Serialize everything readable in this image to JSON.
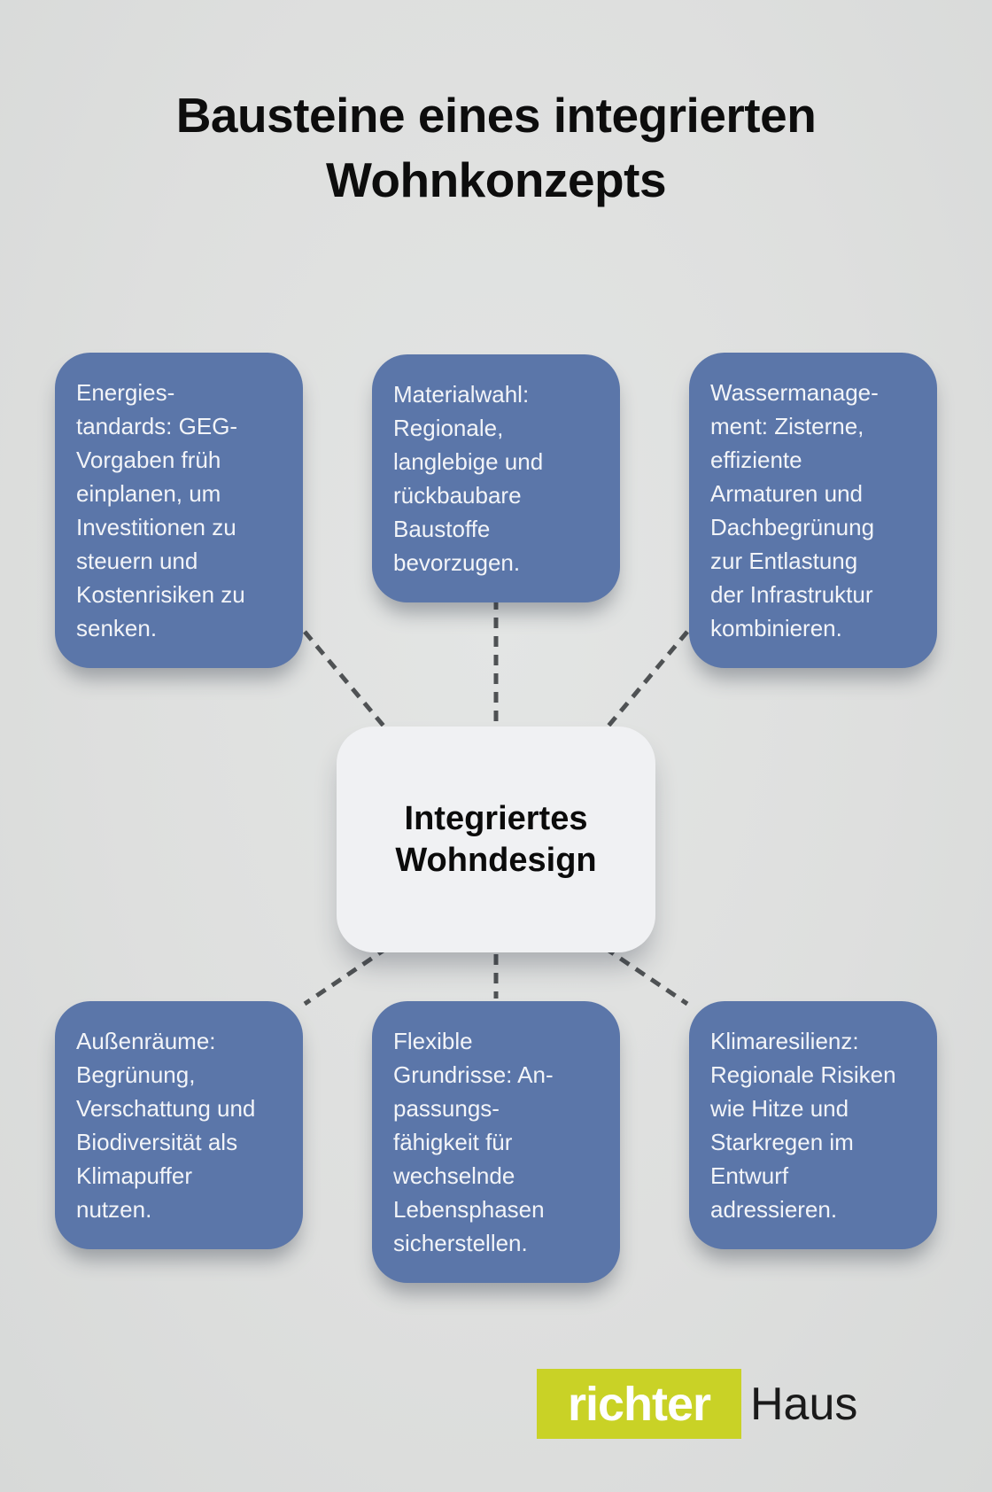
{
  "title": {
    "lines": [
      "Bausteine eines integrierten",
      "Wohnkonzepts"
    ]
  },
  "center_node": {
    "lines": [
      "Integriertes",
      "Wohndesign"
    ]
  },
  "nodes": [
    {
      "id": "energiestandards",
      "lines": [
        "Energies-",
        "tandards: GEG-",
        "Vorgaben früh",
        "einplanen, um",
        "Investitionen zu",
        "steuern und",
        "Kostenrisiken zu",
        "senken."
      ]
    },
    {
      "id": "materialwahl",
      "lines": [
        "Materialwahl:",
        "Regionale,",
        "langlebige und",
        "rückbaubare",
        "Baustoffe",
        "bevorzugen."
      ]
    },
    {
      "id": "wassermanagement",
      "lines": [
        "Wassermanage-",
        "ment: Zisterne,",
        "effiziente",
        "Armaturen und",
        "Dachbegrünung",
        "zur Entlastung",
        "der Infrastruktur",
        "kombinieren."
      ]
    },
    {
      "id": "aussenraeume",
      "lines": [
        "Außenräume:",
        "Begrünung,",
        "Verschattung und",
        "Biodiversität als",
        "Klimapuffer",
        "nutzen."
      ]
    },
    {
      "id": "flexible-grundrisse",
      "lines": [
        "Flexible",
        "Grundrisse: An-",
        "passungs-",
        "fähigkeit für",
        "wechselnde",
        "Lebensphasen",
        "sicherstellen."
      ]
    },
    {
      "id": "klimaresilienz",
      "lines": [
        "Klimaresilienz:",
        "Regionale Risiken",
        "wie Hitze und",
        "Starkregen im",
        "Entwurf",
        "adressieren."
      ]
    }
  ],
  "logo": {
    "brand": "richter",
    "name": "Haus"
  },
  "colors": {
    "background": "#dfe1e0",
    "node_fill": "#5b76a9",
    "node_text": "#f2f4f8",
    "center_fill": "#f0f1f3",
    "connector": "#4f5254",
    "logo_green": "#c9d226",
    "title_text": "#0d0d0d"
  }
}
